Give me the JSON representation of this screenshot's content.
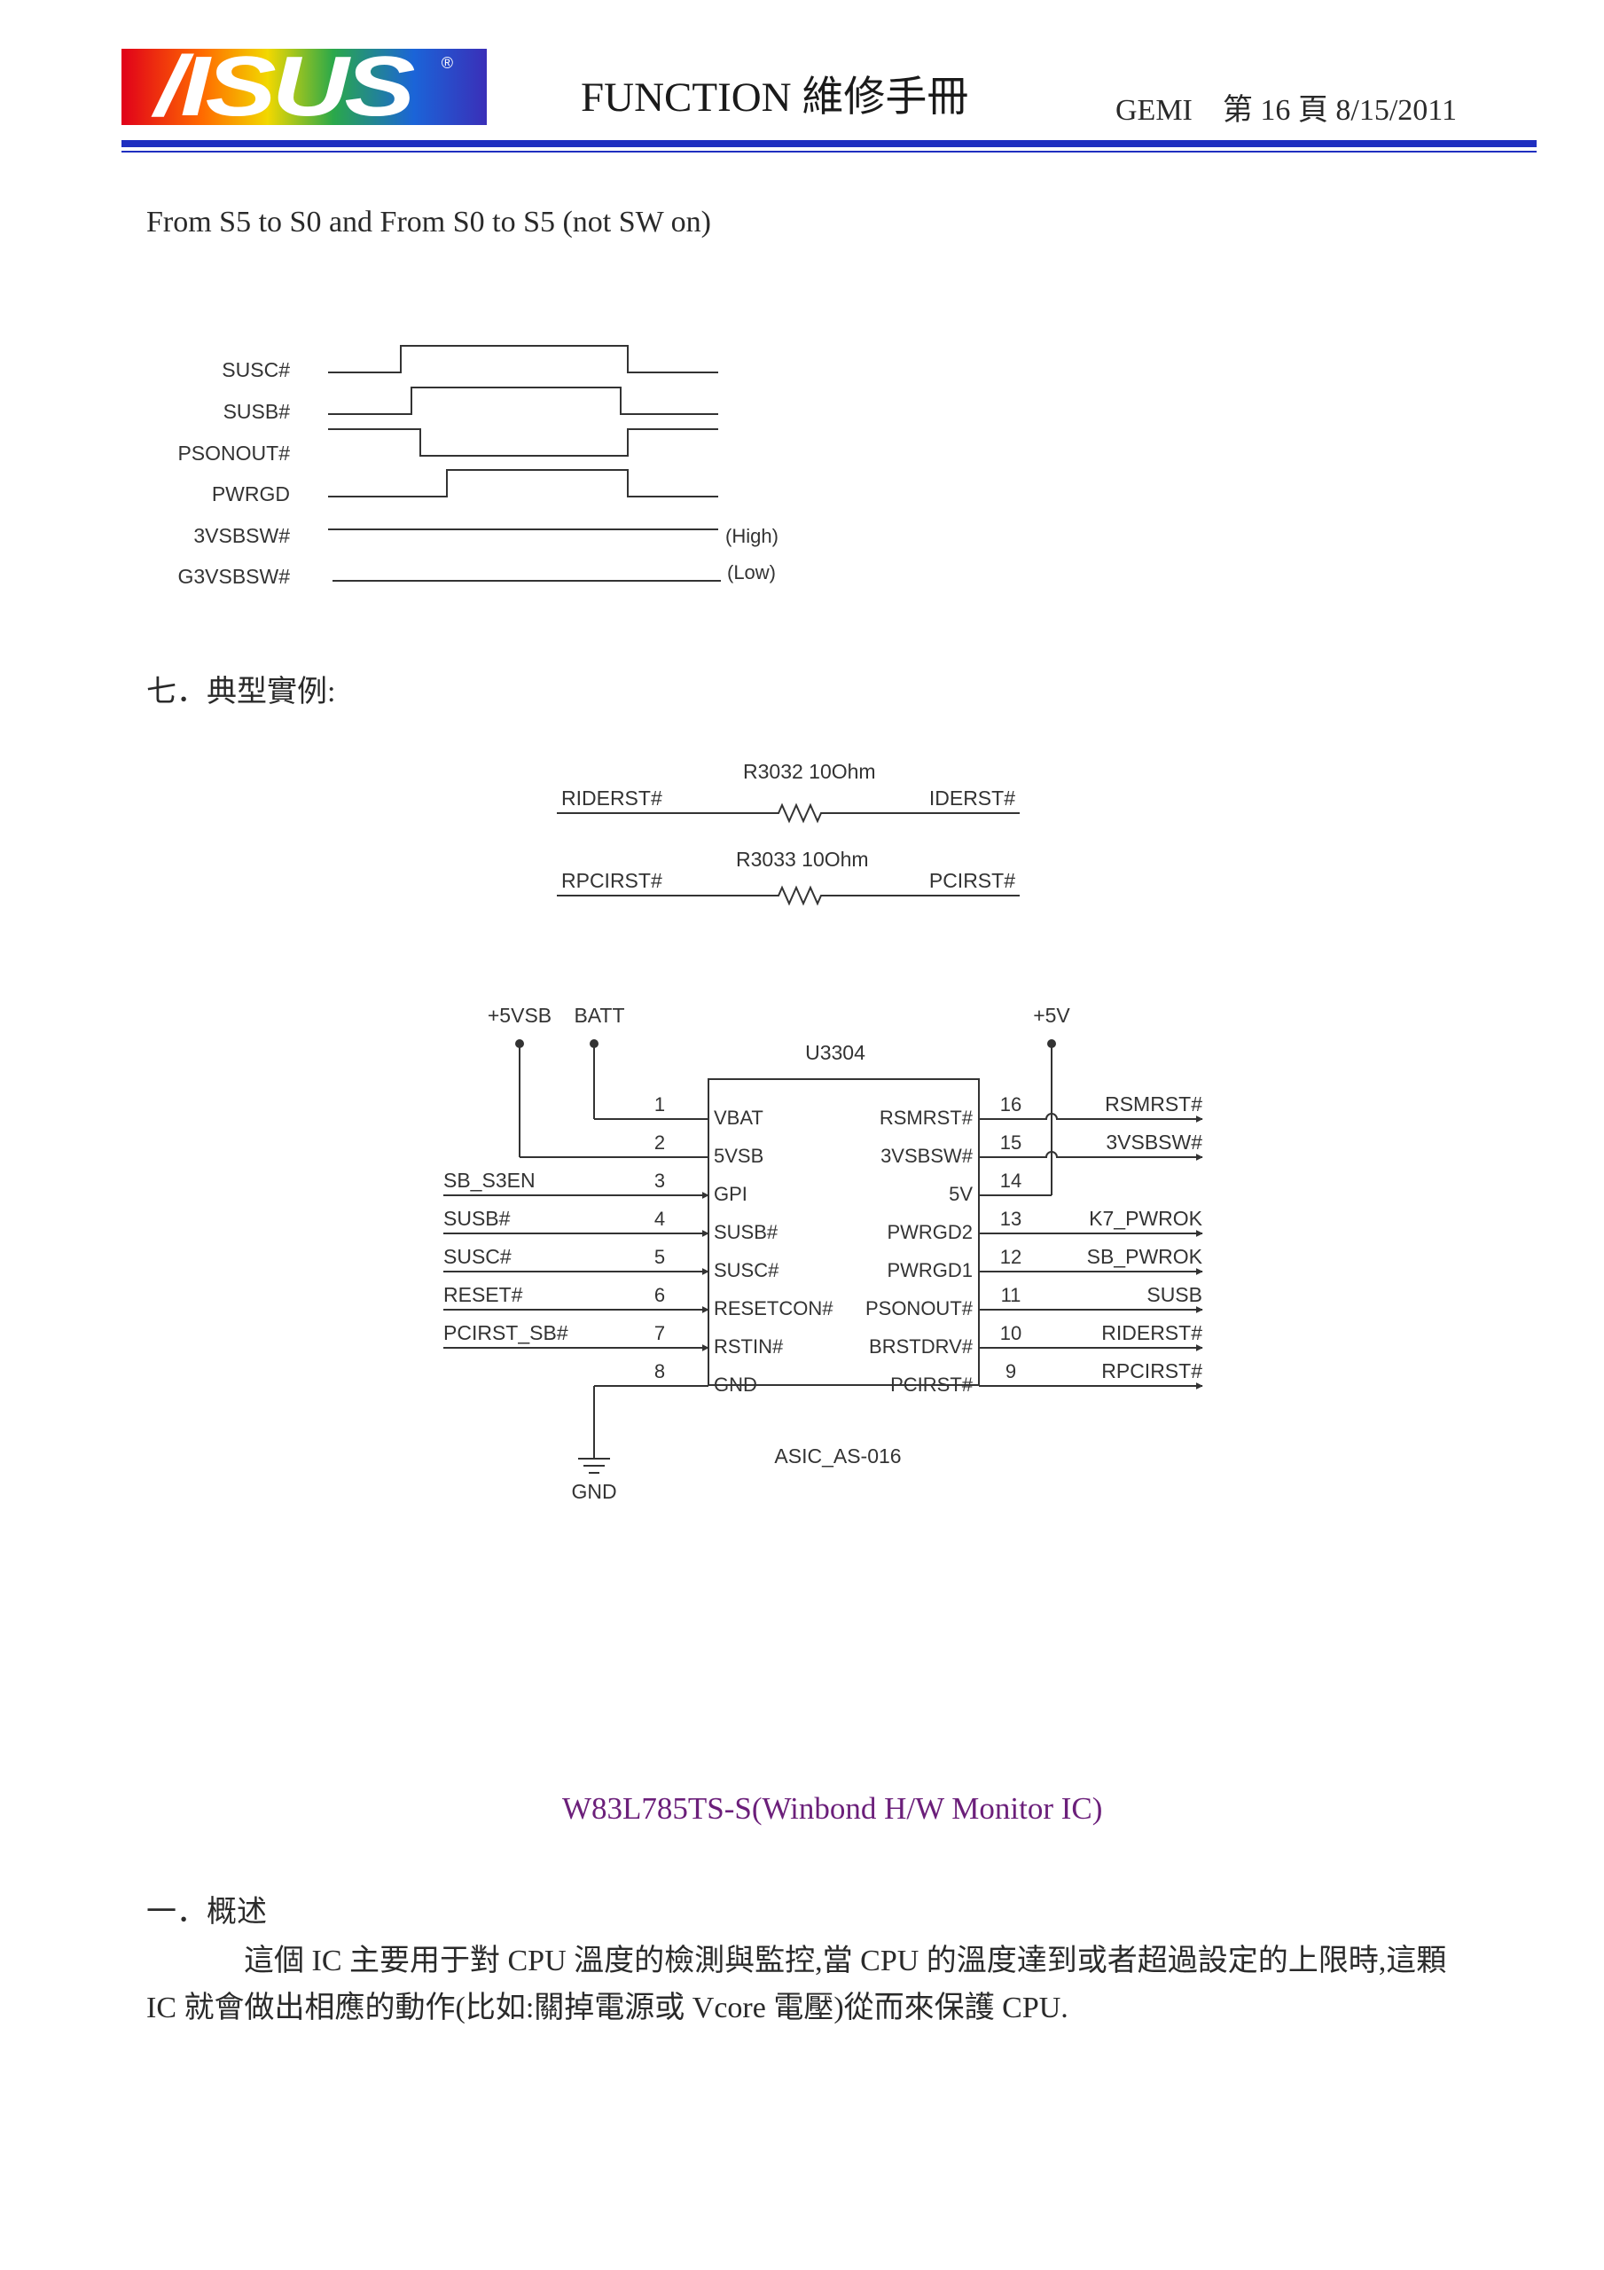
{
  "header": {
    "logo_text": "/ISUS",
    "logo_reg": "®",
    "title": "FUNCTION 維修手冊",
    "meta": "GEMI　第 16 頁 8/15/2011"
  },
  "section_title": "From S5 to S0 and From S0 to S5 (not SW on)",
  "timing": {
    "signals": [
      "SUSC#",
      "SUSB#",
      "PSONOUT#",
      "PWRGD",
      "3VSBSW#",
      "G3VSBSW#"
    ],
    "notes": [
      "(High)",
      "(Low)"
    ]
  },
  "example_heading": "七．典型實例:",
  "resistors": [
    {
      "left": "RIDERST#",
      "part": "R3032 10Ohm",
      "right": "IDERST#"
    },
    {
      "left": "RPCIRST#",
      "part": "R3033 10Ohm",
      "right": "PCIRST#"
    }
  ],
  "ic": {
    "ref": "U3304",
    "part": "ASIC_AS-016",
    "rails": [
      "+5VSB",
      "BATT",
      "+5V"
    ],
    "gnd_label": "GND",
    "left_pins": [
      {
        "num": "1",
        "name": "VBAT",
        "net": ""
      },
      {
        "num": "2",
        "name": "5VSB",
        "net": ""
      },
      {
        "num": "3",
        "name": "GPI",
        "net": "SB_S3EN"
      },
      {
        "num": "4",
        "name": "SUSB#",
        "net": "SUSB#"
      },
      {
        "num": "5",
        "name": "SUSC#",
        "net": "SUSC#"
      },
      {
        "num": "6",
        "name": "RESETCON#",
        "net": "RESET#"
      },
      {
        "num": "7",
        "name": "RSTIN#",
        "net": "PCIRST_SB#"
      },
      {
        "num": "8",
        "name": "GND",
        "net": ""
      }
    ],
    "right_pins": [
      {
        "num": "16",
        "name": "RSMRST#",
        "net": "RSMRST#"
      },
      {
        "num": "15",
        "name": "3VSBSW#",
        "net": "3VSBSW#"
      },
      {
        "num": "14",
        "name": "5V",
        "net": ""
      },
      {
        "num": "13",
        "name": "PWRGD2",
        "net": "K7_PWROK"
      },
      {
        "num": "12",
        "name": "PWRGD1",
        "net": "SB_PWROK"
      },
      {
        "num": "11",
        "name": "PSONOUT#",
        "net": "SUSB"
      },
      {
        "num": "10",
        "name": "BRSTDRV#",
        "net": "RIDERST#"
      },
      {
        "num": "9",
        "name": "PCIRST#",
        "net": "RPCIRST#"
      }
    ]
  },
  "chip_title": "W83L785TS-S(Winbond H/W Monitor IC)",
  "overview_heading": "一．概述",
  "overview": [
    "這個 IC 主要用于對 CPU 溫度的檢測與監控,當 CPU 的溫度達到或者超過設定的上限時,這顆",
    "IC 就會做出相應的動作(比如:關掉電源或 Vcore 電壓)從而來保護 CPU."
  ]
}
